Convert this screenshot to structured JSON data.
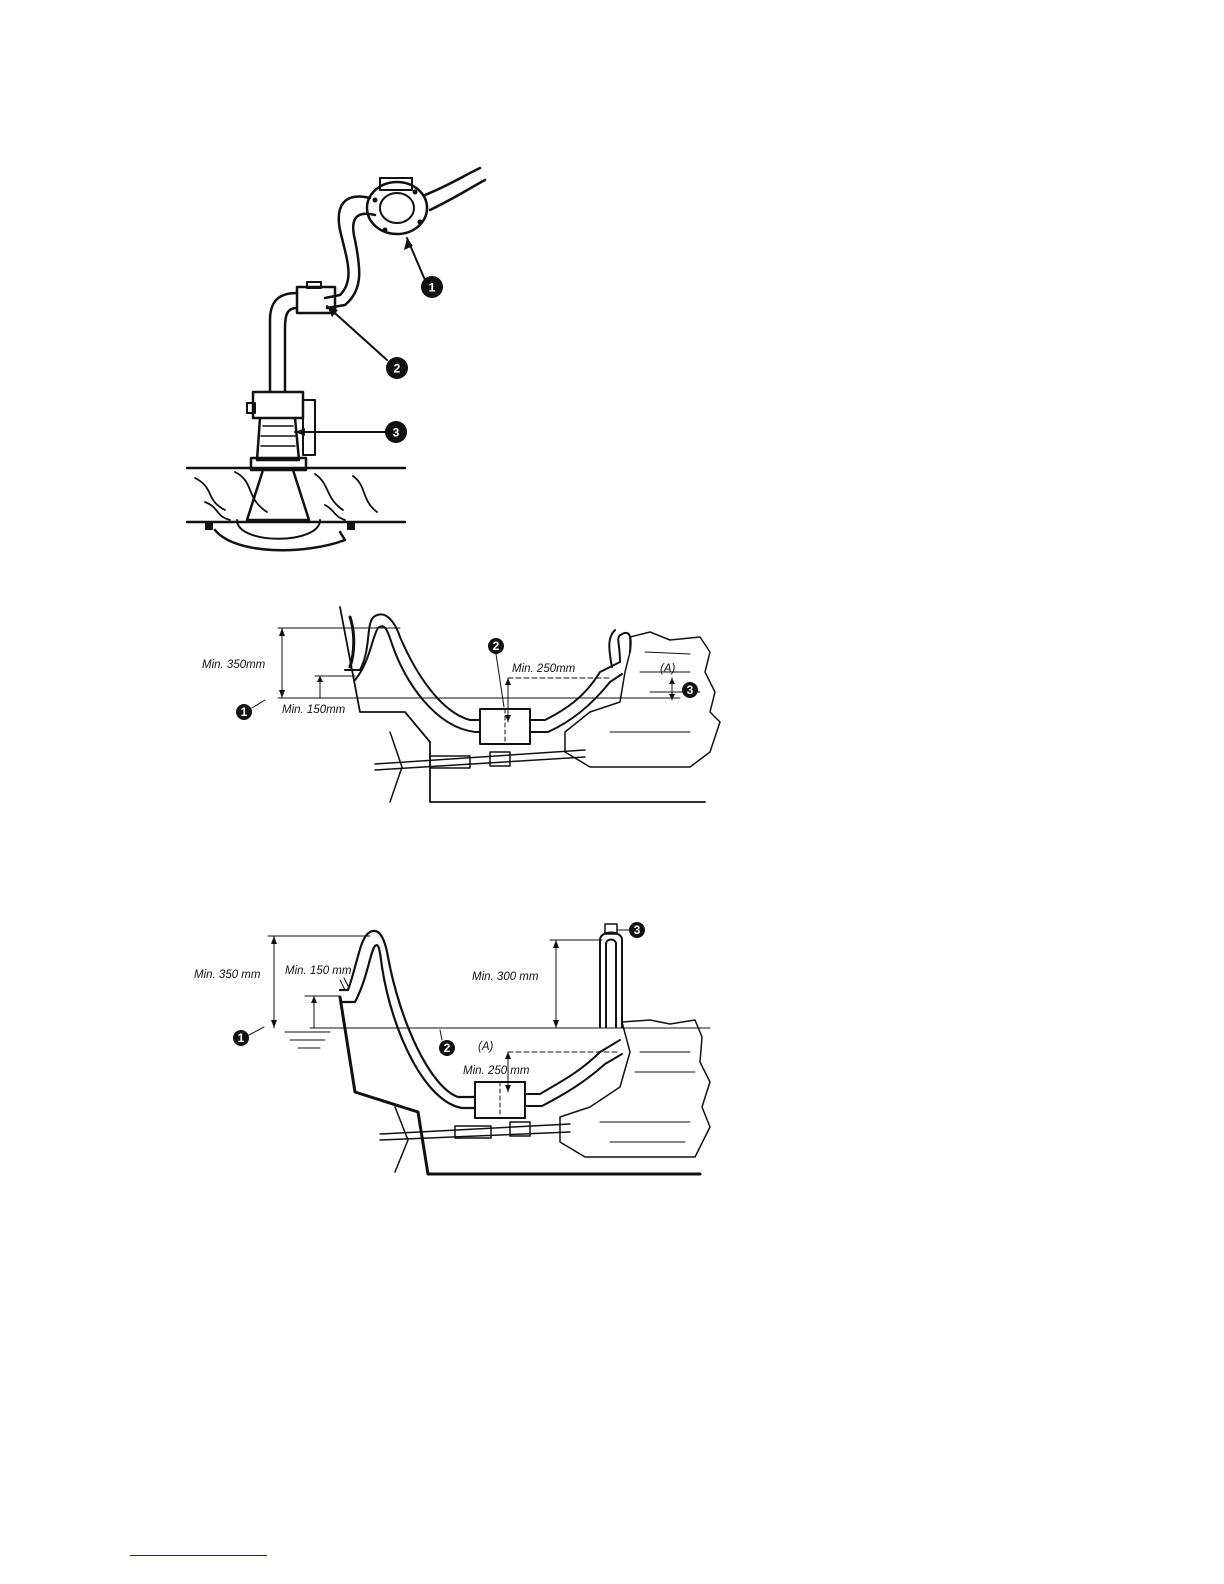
{
  "figure1": {
    "markers": [
      "1",
      "2",
      "3"
    ]
  },
  "figure2": {
    "labels": {
      "min350": "Min. 350mm",
      "min150": "Min. 150mm",
      "min250": "Min. 250mm",
      "a": "(A)"
    },
    "markers": [
      "1",
      "2",
      "3"
    ]
  },
  "figure3": {
    "labels": {
      "min350": "Min. 350 mm",
      "min150": "Min. 150 mm",
      "min300": "Min. 300 mm",
      "min250": "Min. 250 mm",
      "a": "(A)"
    },
    "markers": [
      "1",
      "2",
      "3"
    ]
  }
}
